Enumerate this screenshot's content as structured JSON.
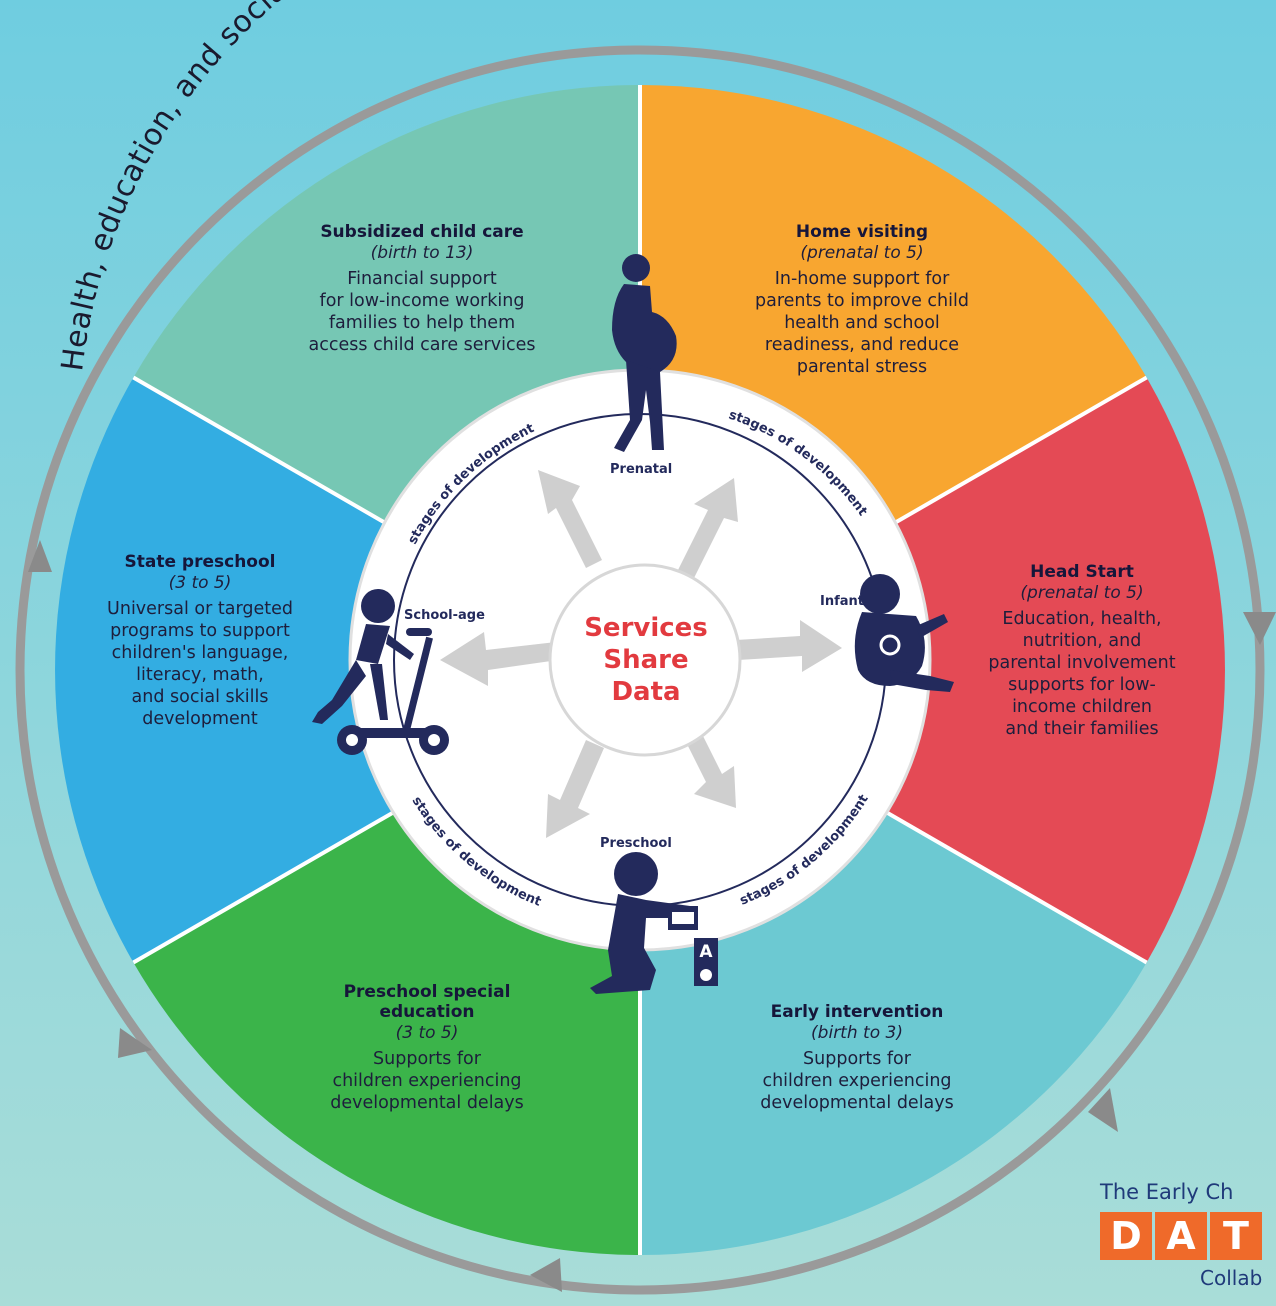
{
  "outer_title": "Health, education, and social services collecting information on young children",
  "center_label": [
    "Services",
    "Share",
    "Data"
  ],
  "ring_label": "stages of development",
  "stages": {
    "prenatal": "Prenatal",
    "infant": "Infant",
    "preschool": "Preschool",
    "school_age": "School-age"
  },
  "segments": {
    "child_care": {
      "title": "Subsidized child care",
      "age": "(birth to 13)",
      "description": [
        "Financial support",
        "for low-income working",
        "families to help them",
        "access child care services"
      ],
      "color": "#76c7b4"
    },
    "home_visiting": {
      "title": "Home visiting",
      "age": "(prenatal to 5)",
      "description": [
        "In-home support for",
        "parents to improve child",
        "health and school",
        "readiness, and reduce",
        "parental stress"
      ],
      "color": "#f8a630"
    },
    "head_start": {
      "title": "Head Start",
      "age": "(prenatal to 5)",
      "description": [
        "Education, health,",
        "nutrition, and",
        "parental involvement",
        "supports for low-",
        "income children",
        "and their families"
      ],
      "color": "#e44a55"
    },
    "early_intervention": {
      "title": "Early intervention",
      "age": "(birth to 3)",
      "description": [
        "Supports for",
        "children experiencing",
        "developmental delays"
      ],
      "color": "#6cc9d2"
    },
    "preschool_special": {
      "title": [
        "Preschool special",
        "education"
      ],
      "age": "(3 to 5)",
      "description": [
        "Supports for",
        "children experiencing",
        "developmental delays"
      ],
      "color": "#3bb44a"
    },
    "state_preschool": {
      "title": "State preschool",
      "age": "(3 to 5)",
      "description": [
        "Universal or targeted",
        "programs to support",
        "children's language,",
        "literacy, math,",
        "and social skills",
        "development"
      ],
      "color": "#33ade2"
    }
  },
  "block_letters": [
    "A"
  ],
  "logo": {
    "top": "The Early Ch",
    "letters": [
      "D",
      "A",
      "T"
    ],
    "bottom": "Collab"
  },
  "colors": {
    "navy": "#232a5c",
    "center_red": "#e23a3f",
    "ring_gray": "#9a9a9a",
    "arrow_gray": "#cfcfcf"
  }
}
